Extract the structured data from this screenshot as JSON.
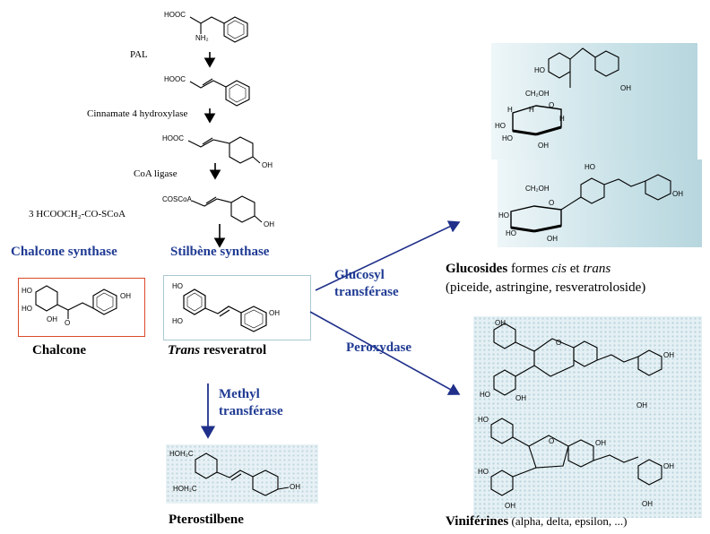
{
  "colors": {
    "enzyme": "#1f3a93",
    "arrow": "#1f2f8a",
    "chalcone_box": "#d94a2a",
    "tint": "#dcebf0"
  },
  "pathway": {
    "step1_label": "PAL",
    "step2_label": "Cinnamate 4 hydroxylase",
    "step3_label": "CoA ligase",
    "step4_label": "3 HCOOCH₂-CO-SCoA",
    "phe_cooh": "HOOC",
    "phe_nh2": "NH₂",
    "cin_cooh": "HOOC",
    "coum_cooh": "HOOC",
    "coum_oh": "OH",
    "coa_label": "COSCoA",
    "coa_oh": "OH"
  },
  "enzymes": {
    "chalcone_synthase": "Chalcone synthase",
    "stilbene_synthase": "Stilbène synthase",
    "glucosyl_1": "Glucosyl",
    "glucosyl_2": "transférase",
    "peroxydase": "Peroxydase",
    "methyl_1": "Methyl",
    "methyl_2": "transférase"
  },
  "products": {
    "chalcone": "Chalcone",
    "trans_italic": "Trans",
    "trans_rest": " resveratrol",
    "pterostilbene": "Pterostilbene",
    "glucosides_bold": "Glucosides",
    "glucosides_t1": " formes ",
    "glucosides_cis": "cis",
    "glucosides_t2": " et ",
    "glucosides_trans": "trans",
    "glucosides_line2": "(piceide, astringine, resveratroloside)",
    "viniferines_bold": "Viniférines",
    "viniferines_rest": " (alpha, delta, epsilon, ...)"
  },
  "atoms": {
    "ho": "HO",
    "oh": "OH",
    "o": "O",
    "h": "H",
    "ch2oh": "CH₂OH",
    "hoh2c": "HOH₂C"
  }
}
